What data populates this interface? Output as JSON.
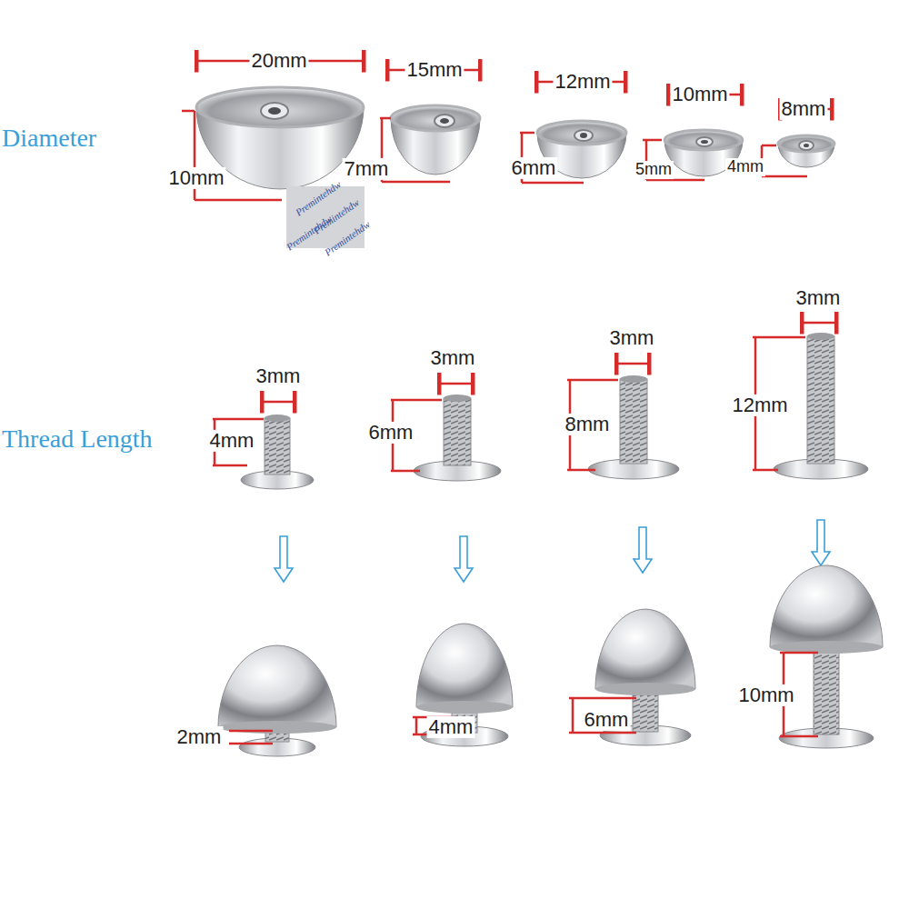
{
  "diagram": {
    "labels": [
      "Diameter",
      "20mm",
      "15mm",
      "12mm",
      "10mm",
      "8mm",
      "10mm",
      "7mm",
      "6mm",
      "5mm",
      "4mm",
      "Premintehdw",
      "Premintehdw",
      "Premintehdw",
      "Premintehdw",
      "Thread Length",
      "3mm",
      "4mm",
      "3mm",
      "6mm",
      "3mm",
      "8mm",
      "3mm",
      "12mm",
      "2mm",
      "4mm",
      "6mm",
      "10mm"
    ]
  }
}
